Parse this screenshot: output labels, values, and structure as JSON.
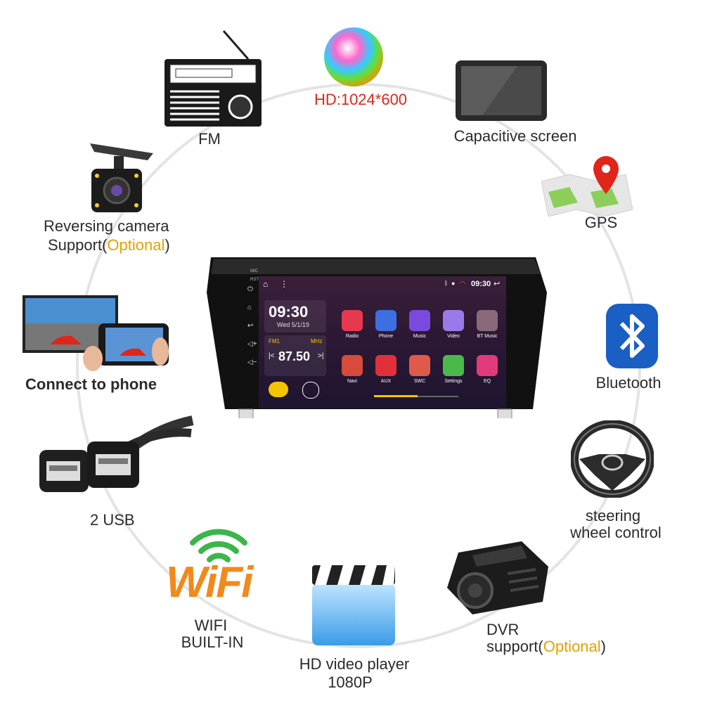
{
  "features": {
    "fm": "FM",
    "hd_resolution": "HD:1024*600",
    "capacitive": "Capacitive screen",
    "gps": "GPS",
    "reversing_line1": "Reversing camera",
    "reversing_line2_prefix": "Support(",
    "reversing_optional": "Optional",
    "reversing_suffix": ")",
    "connect_phone": "Connect to phone",
    "bluetooth": "Bluetooth",
    "usb": "2 USB",
    "steering_line1": "steering",
    "steering_line2": "wheel control",
    "wifi_line1": "WIFI",
    "wifi_line2": "BUILT-IN",
    "video_line1": "HD video player",
    "video_line2": "1080P",
    "dvr_line1": "DVR",
    "dvr_prefix": "support(",
    "dvr_optional": "Optional",
    "dvr_suffix": ")"
  },
  "screen": {
    "status_time": "09:30",
    "clock_time": "09:30",
    "clock_date": "Wed 5/1/19",
    "radio_band": "FM1",
    "radio_unit": "MHz",
    "radio_freq": "87.50",
    "side_mic": "MIC",
    "side_rst": "RST",
    "apps": [
      "Radio",
      "Phone",
      "Music",
      "Video",
      "BT Music",
      "Navi",
      "AUX",
      "SWC",
      "Settings",
      "EQ"
    ]
  },
  "wifi_logo": "WiFi",
  "colors": {
    "accent_red": "#e0251b",
    "optional_orange": "#e8a000",
    "bluetooth_blue": "#1a5fc4",
    "wifi_green": "#3cb54a",
    "wifi_orange": "#f08a1c"
  }
}
